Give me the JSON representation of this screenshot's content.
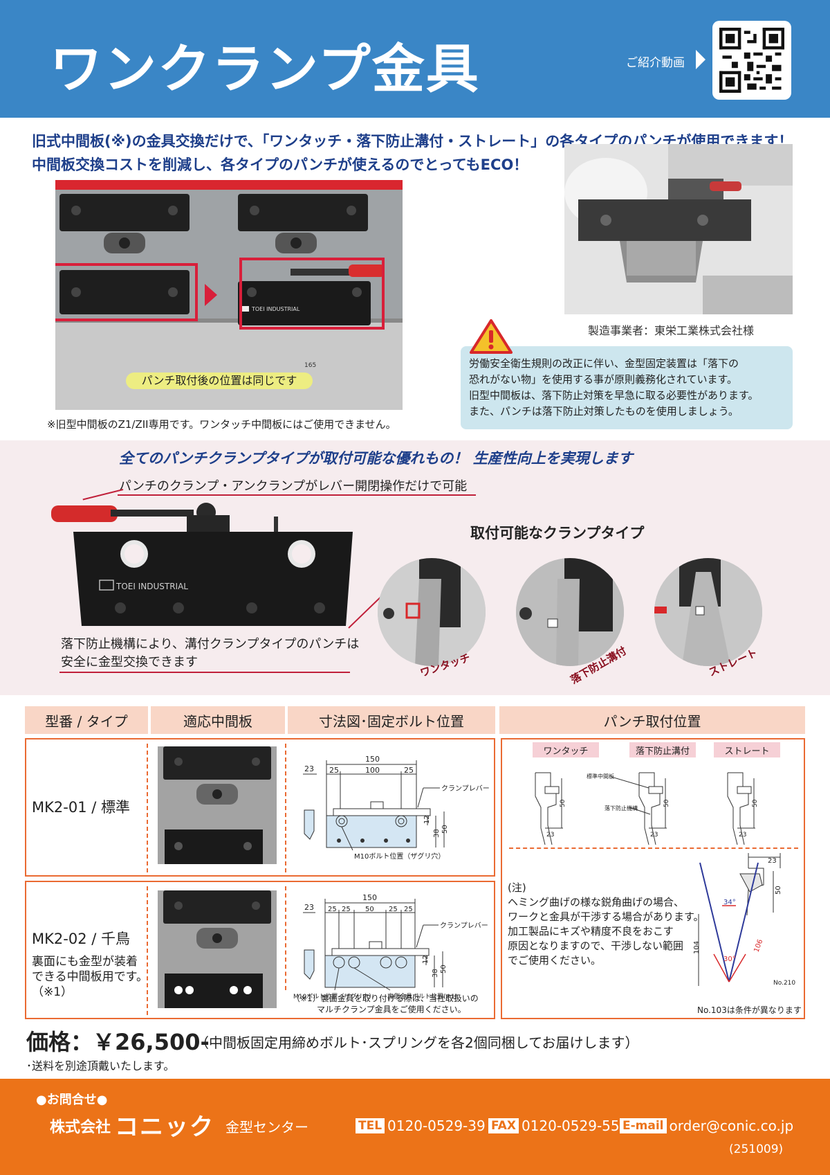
{
  "header": {
    "title": "ワンクランプ金具",
    "video_label": "ご紹介動画"
  },
  "intro": {
    "line1": "旧式中間板(※)の金具交換だけで、「ワンタッチ・落下防止溝付・ストレート」の各タイプのパンチが使用できます！",
    "line2": "中間板交換コストを削減し、各タイプのパンチが使えるのでとってもECO！"
  },
  "photo": {
    "position_label": "パンチ取付後の位置は同じです",
    "brand_on_part": "TOEI INDUSTRIAL",
    "dimension_mark": "165",
    "note_z1": "※旧型中間板のZ1/ZII専用です。ワンタッチ中間板にはご使用できません。",
    "maker_caption": "製造事業者：東栄工業株式会社様"
  },
  "warning": {
    "line1": "労働安全衛生規則の改正に伴い、金型固定装置は「落下の",
    "line2": "恐れがない物」を使用する事が原則義務化されています。",
    "line3": "旧型中間板は、落下防止対策を早急に取る必要性があります。",
    "line4": "また、パンチは落下防止対策したものを使用しましょう。"
  },
  "features": {
    "title": "全てのパンチクランプタイプが取付可能な優れもの！ 生産性向上を実現します",
    "lever_caption": "パンチのクランプ・アンクランプがレバー開閉操作だけで可能",
    "clamp_types_title": "取付可能なクランプタイプ",
    "fall_caption_1": "落下防止機構により、溝付クランプタイプのパンチは",
    "fall_caption_2": "安全に金型交換できます",
    "types": [
      "ワンタッチ",
      "落下防止溝付",
      "ストレート"
    ],
    "brand_on_part": "TOEI INDUSTRIAL"
  },
  "table": {
    "headers": [
      "型番 / タイプ",
      "適応中間板",
      "寸法図･固定ボルト位置",
      "パンチ取付位置"
    ],
    "rows": [
      {
        "model": "MK2-01 / 標準",
        "dims": {
          "total": "150",
          "a": "25",
          "b": "100",
          "c": "25",
          "side": "23",
          "h1": "12",
          "h2": "38",
          "h3": "50"
        },
        "lever_label": "クランプレバー",
        "bolt_label": "M10ボルト位置（ザグリ穴）"
      },
      {
        "model": "MK2-02 / 千鳥",
        "note_1": "裏面にも金型が装着",
        "note_2": "できる中間板用です。",
        "note_3": "（※1）",
        "dims": {
          "total": "150",
          "a": "25",
          "b": "25",
          "c": "50",
          "d": "25",
          "e": "25",
          "side": "23",
          "h1": "12",
          "h2": "38",
          "h3": "50"
        },
        "lever_label": "クランプレバー",
        "bolt_label": "M10ボルト位置（ザグリ穴）",
        "back_bolt_label": "裏側金具ボルト位置(※1)",
        "footnote_1": "（※1）裏面金具を取り付ける際は、当社取扱いの",
        "footnote_2": "マルチクランプ金具をご使用ください。"
      }
    ]
  },
  "position": {
    "tags": [
      "ワンタッチ",
      "落下防止溝付",
      "ストレート"
    ],
    "std_plate_label": "標準中間板",
    "fall_mech_label": "落下防止機構",
    "dim_50": "50",
    "dim_23": "23",
    "note_1": "(注)",
    "note_2": "ヘミング曲げの様な鋭角曲げの場合、",
    "note_3": "ワークと金具が干渉する場合があります。",
    "note_4": "加工製品にキズや精度不良をおこす",
    "note_5": "原因となりますので、干渉しない範囲",
    "note_6": "でご使用ください。",
    "hem_dims": {
      "top": "23",
      "right": "50",
      "left": "104",
      "diag": "106",
      "angle1": "34°",
      "angle2": "30°",
      "part": "No.210"
    },
    "footnote": "No.103は条件が異なります"
  },
  "price": {
    "label": "価格：￥26,500-",
    "note": "（中間板固定用締めボルト･スプリングを各2個同梱してお届けします）",
    "shipping": "･送料を別途頂戴いたします。"
  },
  "footer": {
    "contact_label": "●お問合せ●",
    "company": "株式会社",
    "brand": "コニック",
    "dept": "金型センター",
    "tel_tag": "TEL",
    "tel": "0120-0529-39",
    "fax_tag": "FAX",
    "fax": "0120-0529-55",
    "mail_tag": "E-mail",
    "mail": "order@conic.co.jp",
    "code": "(251009)"
  },
  "colors": {
    "header_blue": "#3a86c6",
    "accent_orange": "#ec7318",
    "navy_text": "#1e3f8a",
    "alert_red": "#c0203a",
    "pink_band": "#f6ecee",
    "warn_box": "#cde6ee"
  }
}
